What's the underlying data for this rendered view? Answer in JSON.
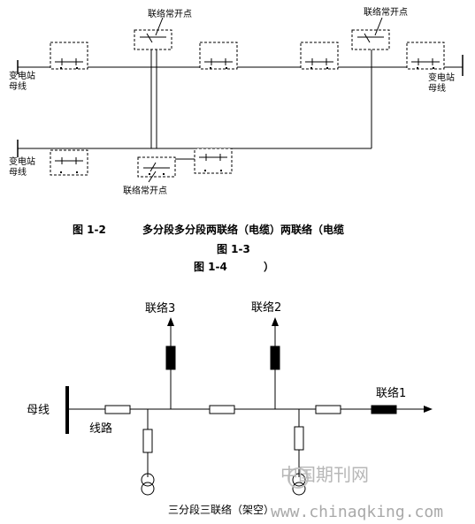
{
  "top_diagram": {
    "tie_open_point_labels": [
      "联络常开点",
      "联络常开点",
      "联络常开点"
    ],
    "substation_bus_labels": [
      [
        "变电站",
        "母线"
      ],
      [
        "变电站",
        "母线"
      ],
      [
        "变电站",
        "母线"
      ]
    ]
  },
  "captions": {
    "fig_1_2": "图 1-2",
    "text_row1": "多分段多分段两联络（电缆）两联络（电缆",
    "fig_1_3": "图 1-3",
    "fig_1_4": "图 1-4",
    "paren_close": "）"
  },
  "bottom_diagram": {
    "bus_label": "母线",
    "line_label": "线路",
    "tie_labels": [
      "联络3",
      "联络2",
      "联络1"
    ],
    "caption": "三分段三联络（架空）"
  },
  "watermark": {
    "brand": "中国期刊网",
    "url": "www.chinaqking.com"
  }
}
